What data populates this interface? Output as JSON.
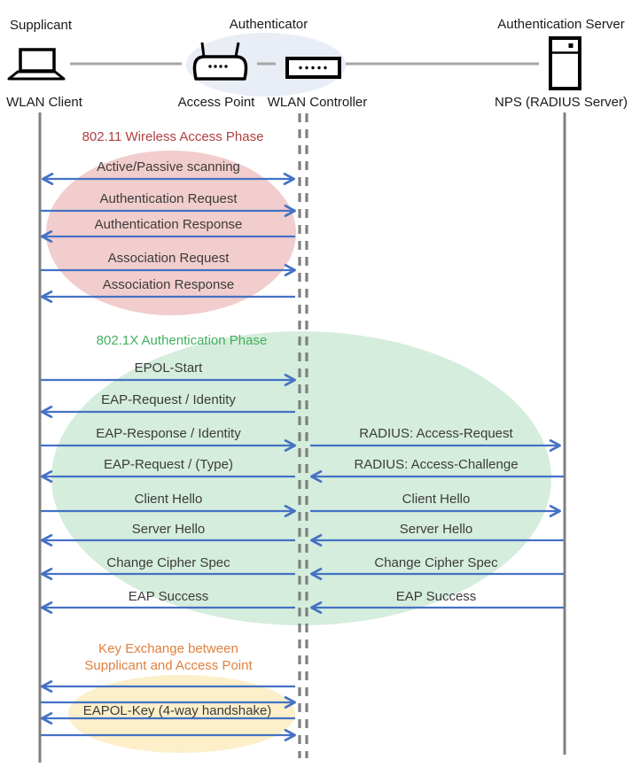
{
  "colors": {
    "arrow_blue": "#4472C4",
    "lifeline_gray": "#808080",
    "connector_gray": "#A6A6A6",
    "label_text": "#3B3B3B",
    "actor_text": "#1A1A1A",
    "red_text": "#B03E3E",
    "red_fill": "#F2CDCD",
    "green_text": "#45AE5C",
    "green_fill": "#D5EDDC",
    "orange_text": "#E0813F",
    "yellow_fill": "#FCEFC9",
    "authenticator_fill": "#E9EDF6",
    "icon_black": "#000000"
  },
  "actors": {
    "supplicant": {
      "role": "Supplicant",
      "device": "WLAN Client"
    },
    "authenticator": {
      "role": "Authenticator",
      "access_point": "Access Point",
      "wlan_controller": "WLAN Controller"
    },
    "authentication_server": {
      "role": "Authentication Server",
      "device": "NPS (RADIUS Server)"
    }
  },
  "phases": {
    "wireless_access": {
      "title": "802.11 Wireless Access Phase",
      "messages": {
        "scanning": "Active/Passive scanning",
        "authentication_request": "Authentication Request",
        "authentication_response": "Authentication Response",
        "association_request": "Association Request",
        "association_response": "Association Response"
      }
    },
    "dot1x_authentication": {
      "title": "802.1X Authentication Phase",
      "messages": {
        "epol_start": "EPOL-Start",
        "eap_request_identity": "EAP-Request / Identity",
        "eap_response_identity": "EAP-Response / Identity",
        "radius_access_request": "RADIUS: Access-Request",
        "eap_request_type": "EAP-Request / (Type)",
        "radius_access_challenge": "RADIUS: Access-Challenge",
        "client_hello": "Client Hello",
        "server_hello": "Server Hello",
        "change_cipher_spec": "Change Cipher Spec",
        "eap_success": "EAP Success"
      }
    },
    "key_exchange": {
      "title_line1": "Key Exchange between",
      "title_line2": "Supplicant and Access Point",
      "messages": {
        "eapol_key": "EAPOL-Key (4-way handshake)"
      }
    }
  }
}
